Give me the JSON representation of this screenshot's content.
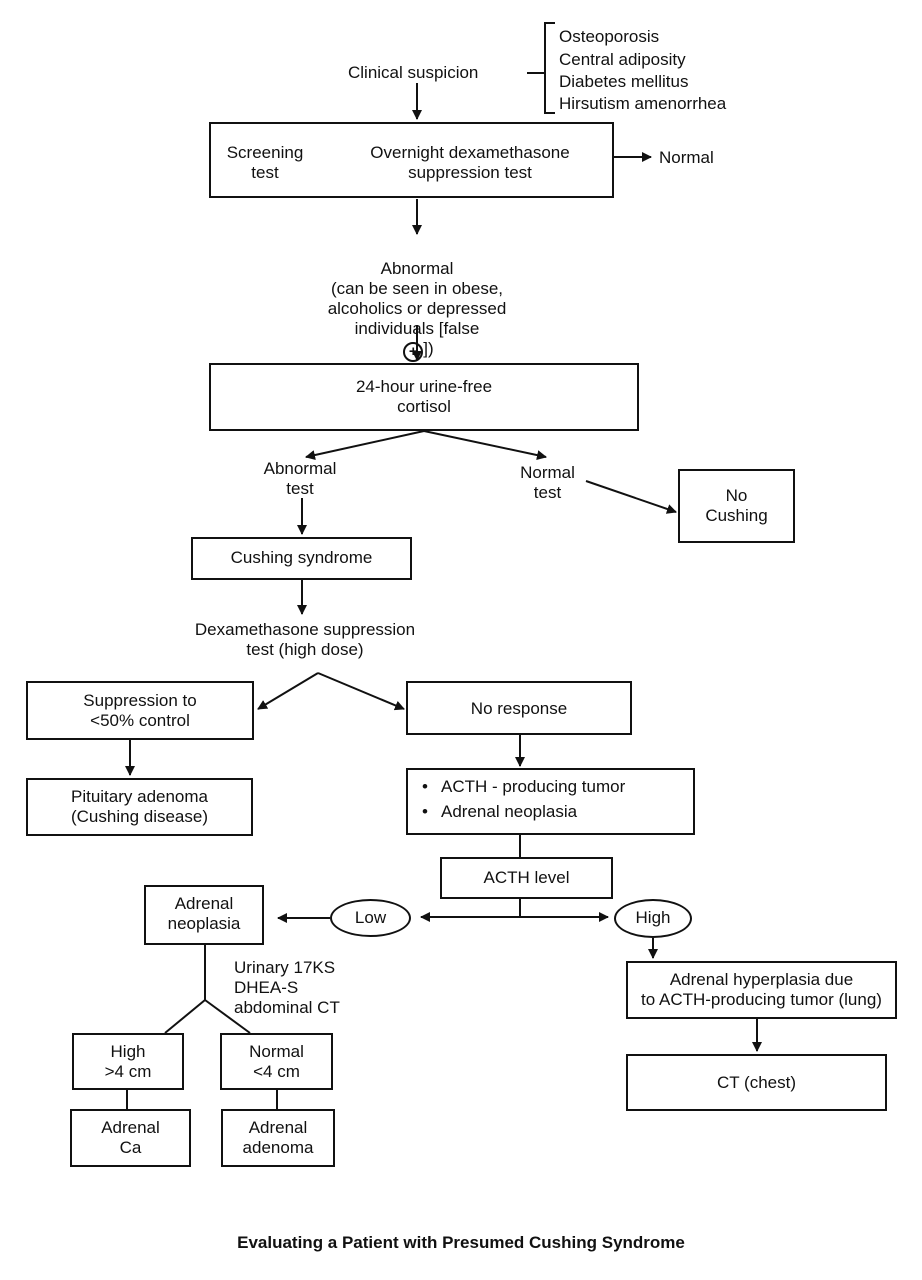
{
  "clinical_suspicion": "Clinical suspicion",
  "suspicion_features": [
    "Osteoporosis",
    "Central adiposity",
    "Diabetes mellitus",
    "Hirsutism amenorrhea"
  ],
  "screening_label": "Screening\ntest",
  "screening_test": "Overnight dexamethasone\nsuppression test",
  "normal_result": "Normal",
  "abnormal_note": "Abnormal\n(can be seen in obese,\nalcoholics or depressed\nindividuals [false",
  "abnormal_note_end": "])",
  "plus_symbol": "+",
  "urine_test": "24-hour urine-free\ncortisol",
  "abnormal_test": "Abnormal\ntest",
  "normal_test": "Normal\ntest",
  "no_cushing": "No\nCushing",
  "cushing_syndrome": "Cushing syndrome",
  "high_dose_test": "Dexamethasone suppression\ntest (high dose)",
  "suppression": "Suppression to\n<50% control",
  "no_response": "No response",
  "pituitary": "Pituitary adenoma\n(Cushing disease)",
  "causes": [
    "ACTH - producing tumor",
    "Adrenal neoplasia"
  ],
  "acth_level": "ACTH level",
  "low": "Low",
  "high": "High",
  "adrenal_neoplasia": "Adrenal\nneoplasia",
  "workup": "Urinary 17KS\nDHEA-S\nabdominal CT",
  "high_size": "High\n>4 cm",
  "normal_size": "Normal\n<4 cm",
  "adrenal_ca": "Adrenal\nCa",
  "adrenal_adenoma": "Adrenal\nadenoma",
  "adrenal_hyperplasia": "Adrenal hyperplasia due\nto ACTH-producing tumor (lung)",
  "ct_chest": "CT (chest)",
  "caption": "Evaluating a Patient with Presumed Cushing Syndrome"
}
